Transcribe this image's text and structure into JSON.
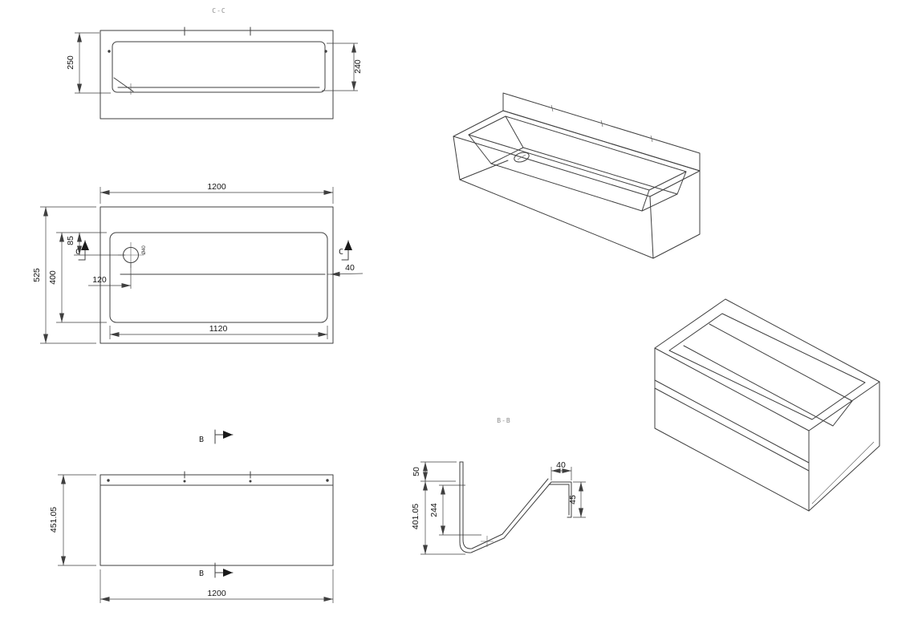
{
  "style": {
    "background": "#ffffff",
    "line_color": "#3f3f3f",
    "text_color": "#141414"
  },
  "views": {
    "section_cc": {
      "title": "C-C",
      "dim_depth_left": "250",
      "dim_depth_right": "240"
    },
    "plan": {
      "dim_overall_width": "1200",
      "dim_overall_depth": "525",
      "dim_bowl_depth": "400",
      "dim_drain_offset_top": "85",
      "dim_drain_offset_left": "120",
      "dim_gap_right": "40",
      "dim_bowl_width": "1120",
      "drain_label": "Ø40",
      "cut_label_left": "C",
      "cut_label_right": "C"
    },
    "front": {
      "dim_overall_height": "451.05",
      "dim_overall_width": "1200",
      "cut_label_top": "B",
      "cut_label_bottom": "B"
    },
    "section_bb": {
      "title": "B-B",
      "dim_upstand": "50",
      "dim_total_depth": "401.05",
      "dim_bowl_depth": "244",
      "dim_flange_width": "40",
      "dim_hem_height": "45"
    }
  }
}
